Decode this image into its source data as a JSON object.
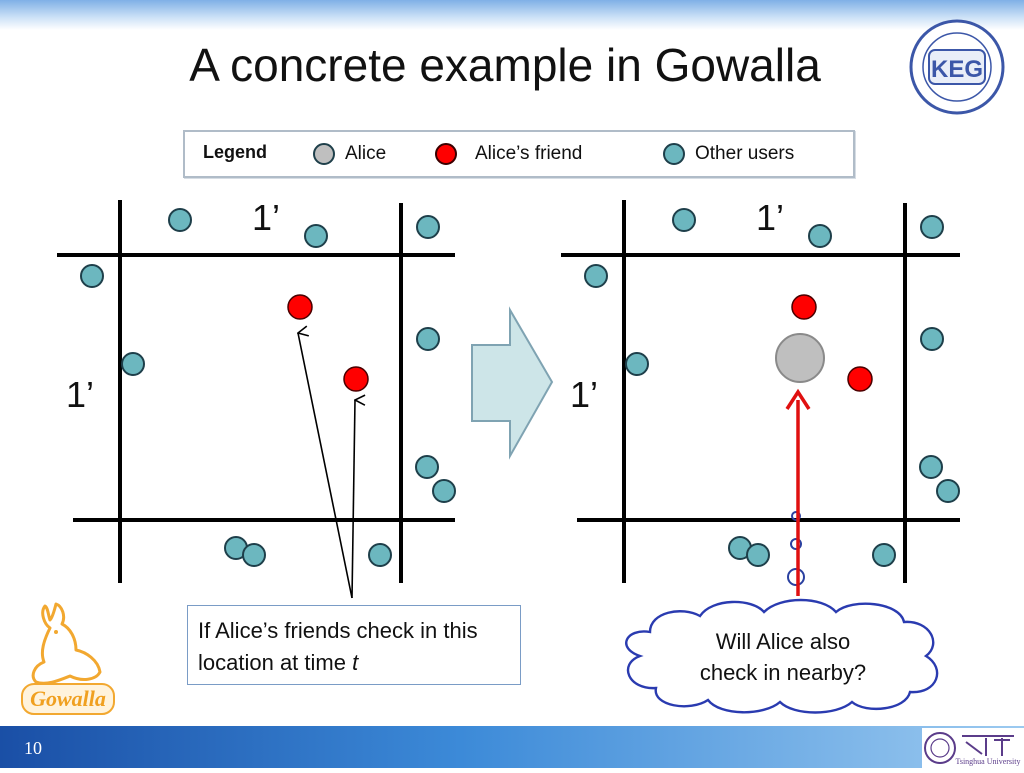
{
  "slide": {
    "title": "A concrete example in Gowalla",
    "page_number": "10"
  },
  "legend": {
    "title": "Legend",
    "items": [
      {
        "label": "Alice",
        "color": "#bfbfbf"
      },
      {
        "label": "Alice’s friend",
        "color": "#ff0000"
      },
      {
        "label": "Other users",
        "color": "#6cb7bf"
      }
    ]
  },
  "diagram": {
    "cell_label": "1’",
    "callout_text": "If Alice’s friends check in this location at time ",
    "callout_italic": "t",
    "cloud_line1": "Will Alice also",
    "cloud_line2": "check in nearby?"
  },
  "colors": {
    "other_user": "#6cb7bf",
    "friend": "#ff0000",
    "alice": "#bfbfbf",
    "arrow_red": "#e01010",
    "block_arrow": "#cde5e8",
    "grid": "#000000"
  },
  "logos": {
    "left": "Gowalla",
    "top_right": "KEG",
    "footer": "Tsinghua University"
  }
}
